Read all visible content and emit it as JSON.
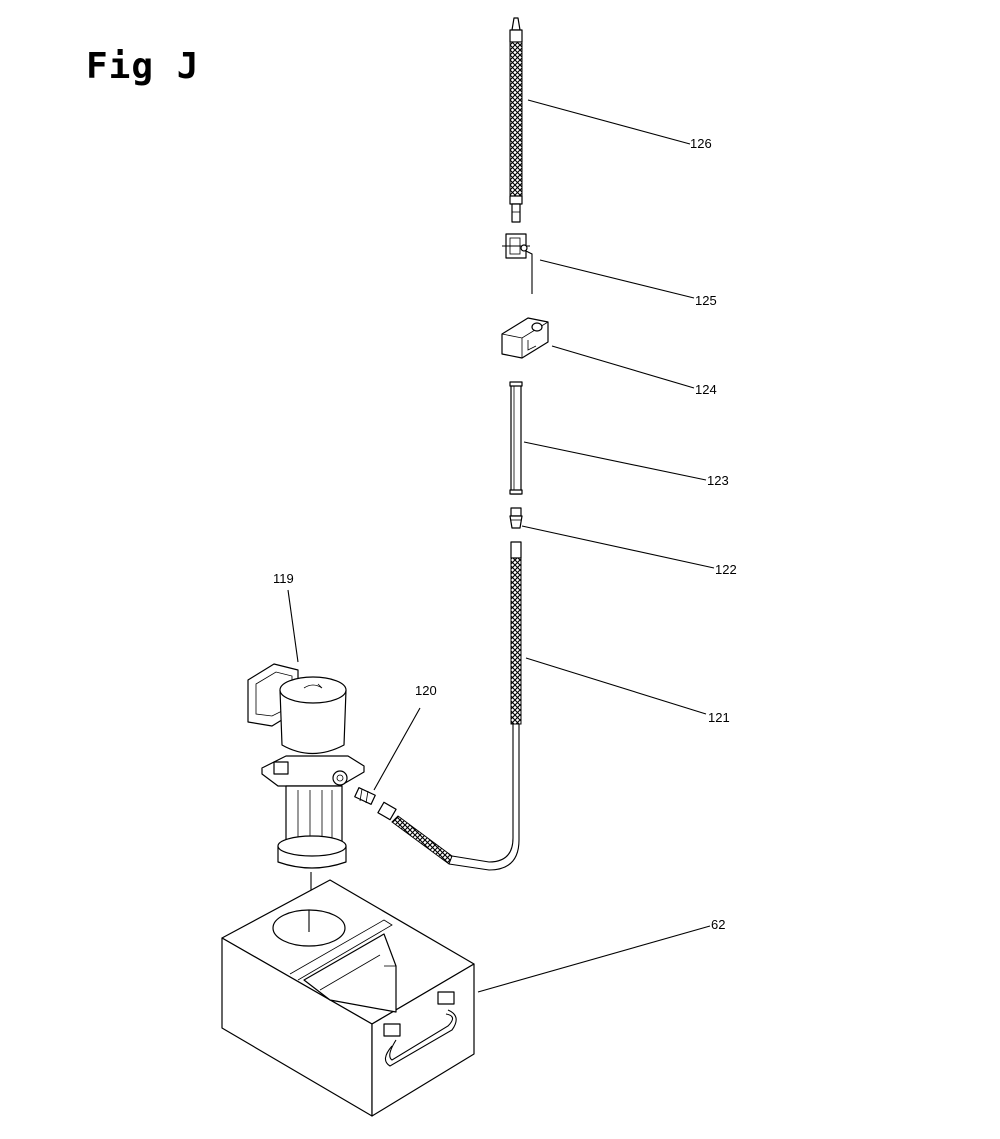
{
  "figure": {
    "title": "Fig J"
  },
  "callouts": {
    "c126": "126",
    "c125": "125",
    "c124": "124",
    "c123": "123",
    "c122": "122",
    "c121": "121",
    "c120": "120",
    "c119": "119",
    "c62": "62"
  }
}
